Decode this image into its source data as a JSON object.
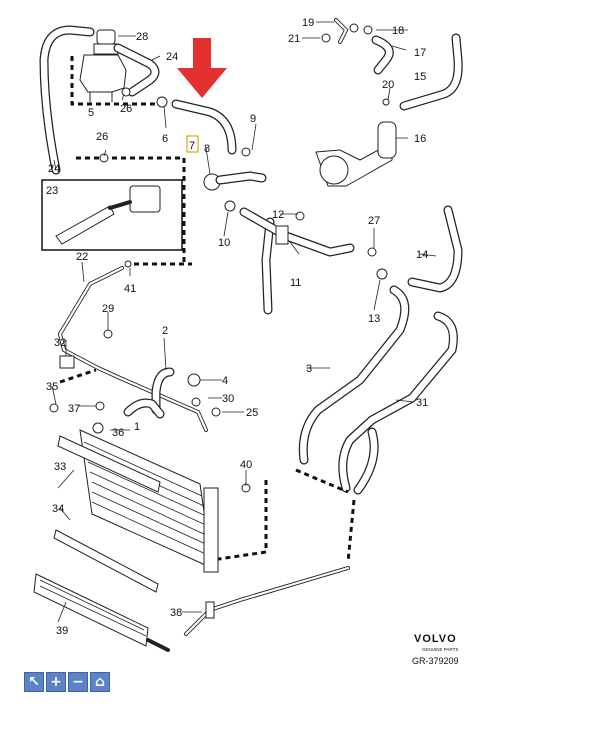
{
  "brand": {
    "logo_text": "VOLVO",
    "tagline": "GENUINE PARTS",
    "ref": "GR-379209"
  },
  "colors": {
    "arrow": "#e53030",
    "highlight_box": "#e0a020",
    "toolbar": "#5b83c6"
  },
  "labels": {
    "p1": "1",
    "p2": "2",
    "p3": "3",
    "p4": "4",
    "p5": "5",
    "p6": "6",
    "p7": "7",
    "p8": "8",
    "p9": "9",
    "p10": "10",
    "p11": "11",
    "p12": "12",
    "p13": "13",
    "p14": "14",
    "p15": "15",
    "p16": "16",
    "p17": "17",
    "p18": "18",
    "p19": "19",
    "p20": "20",
    "p21": "21",
    "p22": "22",
    "p23": "23",
    "p24a": "24",
    "p24b": "24",
    "p25": "25",
    "p26a": "26",
    "p26b": "26",
    "p27": "27",
    "p28": "28",
    "p29": "29",
    "p30": "30",
    "p31": "31",
    "p32": "32",
    "p33": "33",
    "p34": "34",
    "p35": "35",
    "p36": "36",
    "p37": "37",
    "p38": "38",
    "p39": "39",
    "p40": "40",
    "p41": "41"
  },
  "toolbar": [
    {
      "name": "pointer-icon",
      "glyph": "↖"
    },
    {
      "name": "zoom-in-icon",
      "glyph": "+"
    },
    {
      "name": "zoom-out-icon",
      "glyph": "−"
    },
    {
      "name": "home-icon",
      "glyph": "⌂"
    }
  ]
}
